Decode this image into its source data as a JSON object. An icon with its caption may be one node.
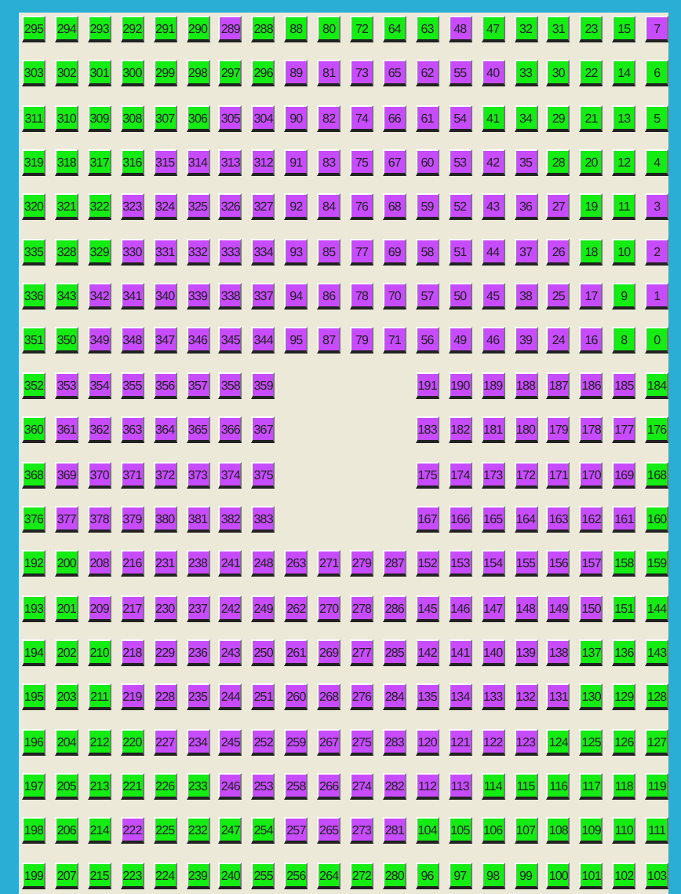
{
  "diagram": {
    "nodes": [
      {
        "text": [
          "295"
        ]
      },
      {
        "text": [
          "294"
        ]
      },
      {
        "text": [
          "293"
        ]
      },
      {
        "text": [
          "292"
        ]
      },
      {
        "text": [
          "291"
        ]
      },
      {
        "text": [
          "290"
        ]
      },
      {
        "text": [
          "289"
        ]
      },
      {
        "text": [
          "288"
        ]
      },
      {
        "text": [
          "88"
        ]
      },
      {
        "text": [
          "80"
        ]
      },
      {
        "text": [
          "72"
        ]
      },
      {
        "text": [
          "64"
        ]
      },
      {
        "text": [
          "63"
        ]
      },
      {
        "text": [
          "48"
        ]
      },
      {
        "text": [
          "47"
        ]
      },
      {
        "text": [
          "32"
        ]
      },
      {
        "text": [
          "31"
        ]
      },
      {
        "text": [
          "23"
        ]
      },
      {
        "text": [
          "15"
        ]
      },
      {
        "text": [
          "7"
        ]
      },
      {
        "text": [
          "303"
        ]
      },
      {
        "text": [
          "302"
        ]
      },
      {
        "text": [
          "301"
        ]
      },
      {
        "text": [
          "300"
        ]
      },
      {
        "text": [
          "299"
        ]
      },
      {
        "text": [
          "298"
        ]
      },
      {
        "text": [
          "297"
        ]
      },
      {
        "text": [
          "296"
        ]
      },
      {
        "text": [
          "89"
        ]
      },
      {
        "text": [
          "81"
        ]
      },
      {
        "text": [
          "73"
        ]
      },
      {
        "text": [
          "65"
        ]
      },
      {
        "text": [
          "62"
        ]
      },
      {
        "text": [
          "55"
        ]
      },
      {
        "text": [
          "40"
        ]
      },
      {
        "text": [
          "33"
        ]
      },
      {
        "text": [
          "30"
        ]
      },
      {
        "text": [
          "22"
        ]
      },
      {
        "text": [
          "14"
        ]
      },
      {
        "text": [
          "6"
        ]
      },
      {
        "text": [
          "311"
        ]
      },
      {
        "text": [
          "310"
        ]
      },
      {
        "text": [
          "309"
        ]
      },
      {
        "text": [
          "308"
        ]
      },
      {
        "text": [
          "307"
        ]
      },
      {
        "text": [
          "306"
        ]
      },
      {
        "text": [
          "305"
        ]
      },
      {
        "text": [
          "304"
        ]
      },
      {
        "text": [
          "90"
        ]
      },
      {
        "text": [
          "82"
        ]
      },
      {
        "text": [
          "74"
        ]
      },
      {
        "text": [
          "66"
        ]
      },
      {
        "text": [
          "61"
        ]
      },
      {
        "text": [
          "54"
        ]
      },
      {
        "text": [
          "41"
        ]
      },
      {
        "text": [
          "34"
        ]
      },
      {
        "text": [
          "29"
        ]
      },
      {
        "text": [
          "21"
        ]
      },
      {
        "text": [
          "13"
        ]
      },
      {
        "text": [
          "5"
        ]
      },
      {
        "text": [
          "319"
        ]
      },
      {
        "text": [
          "318"
        ]
      },
      {
        "text": [
          "317"
        ]
      },
      {
        "text": [
          "316"
        ]
      },
      {
        "text": [
          "315"
        ]
      },
      {
        "text": [
          "314"
        ]
      },
      {
        "text": [
          "313"
        ]
      },
      {
        "text": [
          "312"
        ]
      },
      {
        "text": [
          "91"
        ]
      },
      {
        "text": [
          "83"
        ]
      },
      {
        "text": [
          "75"
        ]
      },
      {
        "text": [
          "67"
        ]
      },
      {
        "text": [
          "60"
        ]
      },
      {
        "text": [
          "53"
        ]
      },
      {
        "text": [
          "42"
        ]
      },
      {
        "text": [
          "35"
        ]
      },
      {
        "text": [
          "28"
        ]
      },
      {
        "text": [
          "20"
        ]
      },
      {
        "text": [
          "12"
        ]
      },
      {
        "text": [
          "4"
        ]
      },
      {
        "text": [
          "320"
        ]
      },
      {
        "text": [
          "321"
        ]
      },
      {
        "text": [
          "322"
        ]
      },
      {
        "text": [
          "323"
        ]
      },
      {
        "text": [
          "324"
        ]
      },
      {
        "text": [
          "325"
        ]
      },
      {
        "text": [
          "326"
        ]
      },
      {
        "text": [
          "327"
        ]
      },
      {
        "text": [
          "92"
        ]
      },
      {
        "text": [
          "84"
        ]
      },
      {
        "text": [
          "76"
        ]
      },
      {
        "text": [
          "68"
        ]
      },
      {
        "text": [
          "59"
        ]
      },
      {
        "text": [
          "52"
        ]
      },
      {
        "text": [
          "43"
        ]
      },
      {
        "text": [
          "36"
        ]
      },
      {
        "text": [
          "27"
        ]
      },
      {
        "text": [
          "19"
        ]
      },
      {
        "text": [
          "11"
        ]
      },
      {
        "text": [
          "3"
        ]
      },
      {
        "text": [
          "335"
        ]
      },
      {
        "text": [
          "328"
        ]
      },
      {
        "text": [
          "329"
        ]
      },
      {
        "text": [
          "330"
        ]
      },
      {
        "text": [
          "331"
        ]
      },
      {
        "text": [
          "332"
        ]
      },
      {
        "text": [
          "333"
        ]
      },
      {
        "text": [
          "334"
        ]
      },
      {
        "text": [
          "93"
        ]
      },
      {
        "text": [
          "85"
        ]
      },
      {
        "text": [
          "77"
        ]
      },
      {
        "text": [
          "69"
        ]
      },
      {
        "text": [
          "58"
        ]
      },
      {
        "text": [
          "51"
        ]
      },
      {
        "text": [
          "44"
        ]
      },
      {
        "text": [
          "37"
        ]
      },
      {
        "text": [
          "26"
        ]
      },
      {
        "text": [
          "18"
        ]
      },
      {
        "text": [
          "10"
        ]
      },
      {
        "text": [
          "2"
        ]
      },
      {
        "text": [
          "336"
        ]
      },
      {
        "text": [
          "343"
        ]
      },
      {
        "text": [
          "342"
        ]
      },
      {
        "text": [
          "341"
        ]
      },
      {
        "text": [
          "340"
        ]
      },
      {
        "text": [
          "339"
        ]
      },
      {
        "text": [
          "338"
        ]
      },
      {
        "text": [
          "337"
        ]
      },
      {
        "text": [
          "94"
        ]
      },
      {
        "text": [
          "86"
        ]
      },
      {
        "text": [
          "78"
        ]
      },
      {
        "text": [
          "70"
        ]
      },
      {
        "text": [
          "57"
        ]
      },
      {
        "text": [
          "50"
        ]
      },
      {
        "text": [
          "45"
        ]
      },
      {
        "text": [
          "38"
        ]
      },
      {
        "text": [
          "25"
        ]
      },
      {
        "text": [
          "17"
        ]
      },
      {
        "text": [
          "9"
        ]
      },
      {
        "text": [
          "1"
        ]
      },
      {
        "text": [
          "351"
        ]
      },
      {
        "text": [
          "350"
        ]
      },
      {
        "text": [
          "349"
        ]
      },
      {
        "text": [
          "348"
        ]
      },
      {
        "text": [
          "347"
        ]
      },
      {
        "text": [
          "346"
        ]
      },
      {
        "text": [
          "345"
        ]
      },
      {
        "text": [
          "344"
        ]
      },
      {
        "text": [
          "95"
        ]
      },
      {
        "text": [
          "87"
        ]
      },
      {
        "text": [
          "79"
        ]
      },
      {
        "text": [
          "71"
        ]
      },
      {
        "text": [
          "56"
        ]
      },
      {
        "text": [
          "49"
        ]
      },
      {
        "text": [
          "46"
        ]
      },
      {
        "text": [
          "39"
        ]
      },
      {
        "text": [
          "24"
        ]
      },
      {
        "text": [
          "16"
        ]
      },
      {
        "text": [
          "8"
        ]
      },
      {
        "text": [
          "0"
        ]
      },
      {
        "text": [
          "352"
        ]
      },
      {
        "text": [
          "353"
        ]
      },
      {
        "text": [
          "354"
        ]
      },
      {
        "text": [
          "355"
        ]
      },
      {
        "text": [
          "356"
        ]
      },
      {
        "text": [
          "357"
        ]
      },
      {
        "text": [
          "358"
        ]
      },
      {
        "text": [
          "359"
        ]
      },
      {
        "text": [
          "191"
        ]
      },
      {
        "text": [
          "190"
        ]
      },
      {
        "text": [
          "189"
        ]
      },
      {
        "text": [
          "188"
        ]
      },
      {
        "text": [
          "187"
        ]
      },
      {
        "text": [
          "186"
        ]
      },
      {
        "text": [
          "185"
        ]
      },
      {
        "text": [
          "184"
        ]
      },
      {
        "text": [
          "360"
        ]
      },
      {
        "text": [
          "361"
        ]
      },
      {
        "text": [
          "362"
        ]
      },
      {
        "text": [
          "363"
        ]
      },
      {
        "text": [
          "364"
        ]
      },
      {
        "text": [
          "365"
        ]
      },
      {
        "text": [
          "366"
        ]
      },
      {
        "text": [
          "367"
        ]
      },
      {
        "text": [
          "183"
        ]
      },
      {
        "text": [
          "182"
        ]
      },
      {
        "text": [
          "181"
        ]
      },
      {
        "text": [
          "180"
        ]
      },
      {
        "text": [
          "179"
        ]
      },
      {
        "text": [
          "178"
        ]
      },
      {
        "text": [
          "177"
        ]
      },
      {
        "text": [
          "176"
        ]
      },
      {
        "text": [
          "368"
        ]
      },
      {
        "text": [
          "369"
        ]
      },
      {
        "text": [
          "370"
        ]
      },
      {
        "text": [
          "371"
        ]
      },
      {
        "text": [
          "372"
        ]
      },
      {
        "text": [
          "373"
        ]
      },
      {
        "text": [
          "374"
        ]
      },
      {
        "text": [
          "375"
        ]
      },
      {
        "text": [
          "175"
        ]
      },
      {
        "text": [
          "174"
        ]
      },
      {
        "text": [
          "173"
        ]
      },
      {
        "text": [
          "172"
        ]
      },
      {
        "text": [
          "171"
        ]
      },
      {
        "text": [
          "170"
        ]
      },
      {
        "text": [
          "169"
        ]
      },
      {
        "text": [
          "168"
        ]
      },
      {
        "text": [
          "376"
        ]
      },
      {
        "text": [
          "377"
        ]
      },
      {
        "text": [
          "378"
        ]
      },
      {
        "text": [
          "379"
        ]
      },
      {
        "text": [
          "380"
        ]
      },
      {
        "text": [
          "381"
        ]
      },
      {
        "text": [
          "382"
        ]
      },
      {
        "text": [
          "383"
        ]
      },
      {
        "text": [
          "167"
        ]
      },
      {
        "text": [
          "166"
        ]
      },
      {
        "text": [
          "165"
        ]
      },
      {
        "text": [
          "164"
        ]
      },
      {
        "text": [
          "163"
        ]
      },
      {
        "text": [
          "162"
        ]
      },
      {
        "text": [
          "161"
        ]
      },
      {
        "text": [
          "160"
        ]
      },
      {
        "text": [
          "192"
        ]
      },
      {
        "text": [
          "200"
        ]
      },
      {
        "text": [
          "208"
        ]
      },
      {
        "text": [
          "216"
        ]
      },
      {
        "text": [
          "231"
        ]
      },
      {
        "text": [
          "238"
        ]
      },
      {
        "text": [
          "241"
        ]
      },
      {
        "text": [
          "248"
        ]
      },
      {
        "text": [
          "263"
        ]
      },
      {
        "text": [
          "271"
        ]
      },
      {
        "text": [
          "279"
        ]
      },
      {
        "text": [
          "287"
        ]
      },
      {
        "text": [
          "152"
        ]
      },
      {
        "text": [
          "153"
        ]
      },
      {
        "text": [
          "154"
        ]
      },
      {
        "text": [
          "155"
        ]
      },
      {
        "text": [
          "156"
        ]
      },
      {
        "text": [
          "157"
        ]
      },
      {
        "text": [
          "158"
        ]
      },
      {
        "text": [
          "159"
        ]
      },
      {
        "text": [
          "193"
        ]
      },
      {
        "text": [
          "201"
        ]
      },
      {
        "text": [
          "209"
        ]
      },
      {
        "text": [
          "217"
        ]
      },
      {
        "text": [
          "230"
        ]
      },
      {
        "text": [
          "237"
        ]
      },
      {
        "text": [
          "242"
        ]
      },
      {
        "text": [
          "249"
        ]
      },
      {
        "text": [
          "262"
        ]
      },
      {
        "text": [
          "270"
        ]
      },
      {
        "text": [
          "278"
        ]
      },
      {
        "text": [
          "286"
        ]
      },
      {
        "text": [
          "145"
        ]
      },
      {
        "text": [
          "146"
        ]
      },
      {
        "text": [
          "147"
        ]
      },
      {
        "text": [
          "148"
        ]
      },
      {
        "text": [
          "149"
        ]
      },
      {
        "text": [
          "150"
        ]
      },
      {
        "text": [
          "151"
        ]
      },
      {
        "text": [
          "144"
        ]
      },
      {
        "text": [
          "194"
        ]
      },
      {
        "text": [
          "202"
        ]
      },
      {
        "text": [
          "210"
        ]
      },
      {
        "text": [
          "218"
        ]
      },
      {
        "text": [
          "229"
        ]
      },
      {
        "text": [
          "236"
        ]
      },
      {
        "text": [
          "243"
        ]
      },
      {
        "text": [
          "250"
        ]
      },
      {
        "text": [
          "261"
        ]
      },
      {
        "text": [
          "269"
        ]
      },
      {
        "text": [
          "277"
        ]
      },
      {
        "text": [
          "285"
        ]
      },
      {
        "text": [
          "142"
        ]
      },
      {
        "text": [
          "141"
        ]
      },
      {
        "text": [
          "140"
        ]
      },
      {
        "text": [
          "139"
        ]
      },
      {
        "text": [
          "138"
        ]
      },
      {
        "text": [
          "137"
        ]
      },
      {
        "text": [
          "136"
        ]
      },
      {
        "text": [
          "143"
        ]
      },
      {
        "text": [
          "195"
        ]
      },
      {
        "text": [
          "203"
        ]
      },
      {
        "text": [
          "211"
        ]
      },
      {
        "text": [
          "219"
        ]
      },
      {
        "text": [
          "228"
        ]
      },
      {
        "text": [
          "235"
        ]
      },
      {
        "text": [
          "244"
        ]
      },
      {
        "text": [
          "251"
        ]
      },
      {
        "text": [
          "260"
        ]
      },
      {
        "text": [
          "268"
        ]
      },
      {
        "text": [
          "276"
        ]
      },
      {
        "text": [
          "284"
        ]
      },
      {
        "text": [
          "135"
        ]
      },
      {
        "text": [
          "134"
        ]
      },
      {
        "text": [
          "133"
        ]
      },
      {
        "text": [
          "132"
        ]
      },
      {
        "text": [
          "131"
        ]
      },
      {
        "text": [
          "130"
        ]
      },
      {
        "text": [
          "129"
        ]
      },
      {
        "text": [
          "128"
        ]
      },
      {
        "text": [
          "196"
        ]
      },
      {
        "text": [
          "204"
        ]
      },
      {
        "text": [
          "212"
        ]
      },
      {
        "text": [
          "220"
        ]
      },
      {
        "text": [
          "227"
        ]
      },
      {
        "text": [
          "234"
        ]
      },
      {
        "text": [
          "245"
        ]
      },
      {
        "text": [
          "252"
        ]
      },
      {
        "text": [
          "259"
        ]
      },
      {
        "text": [
          "267"
        ]
      },
      {
        "text": [
          "275"
        ]
      },
      {
        "text": [
          "283"
        ]
      },
      {
        "text": [
          "120"
        ]
      },
      {
        "text": [
          "121"
        ]
      },
      {
        "text": [
          "122"
        ]
      },
      {
        "text": [
          "123"
        ]
      },
      {
        "text": [
          "124"
        ]
      },
      {
        "text": [
          "125"
        ]
      },
      {
        "text": [
          "126"
        ]
      },
      {
        "text": [
          "127"
        ]
      },
      {
        "text": [
          "197"
        ]
      },
      {
        "text": [
          "205"
        ]
      },
      {
        "text": [
          "213"
        ]
      },
      {
        "text": [
          "221"
        ]
      },
      {
        "text": [
          "226"
        ]
      },
      {
        "text": [
          "233"
        ]
      },
      {
        "text": [
          "246"
        ]
      },
      {
        "text": [
          "253"
        ]
      },
      {
        "text": [
          "258"
        ]
      },
      {
        "text": [
          "266"
        ]
      },
      {
        "text": [
          "274"
        ]
      },
      {
        "text": [
          "282"
        ]
      },
      {
        "text": [
          "112"
        ]
      },
      {
        "text": [
          "113"
        ]
      },
      {
        "text": [
          "114"
        ]
      },
      {
        "text": [
          "115"
        ]
      },
      {
        "text": [
          "116"
        ]
      },
      {
        "text": [
          "117"
        ]
      },
      {
        "text": [
          "118"
        ]
      },
      {
        "text": [
          "119"
        ]
      },
      {
        "text": [
          "198"
        ]
      },
      {
        "text": [
          "206"
        ]
      },
      {
        "text": [
          "214"
        ]
      },
      {
        "text": [
          "222"
        ]
      },
      {
        "text": [
          "225"
        ]
      },
      {
        "text": [
          "232"
        ]
      },
      {
        "text": [
          "247"
        ]
      },
      {
        "text": [
          "254"
        ]
      },
      {
        "text": [
          "257"
        ]
      },
      {
        "text": [
          "265"
        ]
      },
      {
        "text": [
          "273"
        ]
      },
      {
        "text": [
          "281"
        ]
      },
      {
        "text": [
          "104"
        ]
      },
      {
        "text": [
          "105"
        ]
      },
      {
        "text": [
          "106"
        ]
      },
      {
        "text": [
          "107"
        ]
      },
      {
        "text": [
          "108"
        ]
      },
      {
        "text": [
          "109"
        ]
      },
      {
        "text": [
          "110"
        ]
      },
      {
        "text": [
          "111"
        ]
      },
      {
        "text": [
          "199"
        ]
      },
      {
        "text": [
          "207"
        ]
      },
      {
        "text": [
          "215"
        ]
      },
      {
        "text": [
          "223"
        ]
      },
      {
        "text": [
          "224"
        ]
      },
      {
        "text": [
          "239"
        ]
      },
      {
        "text": [
          "240"
        ]
      },
      {
        "text": [
          "255"
        ]
      },
      {
        "text": [
          "256"
        ]
      },
      {
        "text": [
          "264"
        ]
      },
      {
        "text": [
          "272"
        ]
      },
      {
        "text": [
          "280"
        ]
      },
      {
        "text": [
          "96"
        ]
      },
      {
        "text": [
          "97"
        ]
      },
      {
        "text": [
          "98"
        ]
      },
      {
        "text": [
          "99"
        ]
      },
      {
        "text": [
          "100"
        ]
      },
      {
        "text": [
          "101"
        ]
      },
      {
        "text": [
          "102"
        ]
      },
      {
        "text": [
          "103"
        ]
      }
    ]
  }
}
